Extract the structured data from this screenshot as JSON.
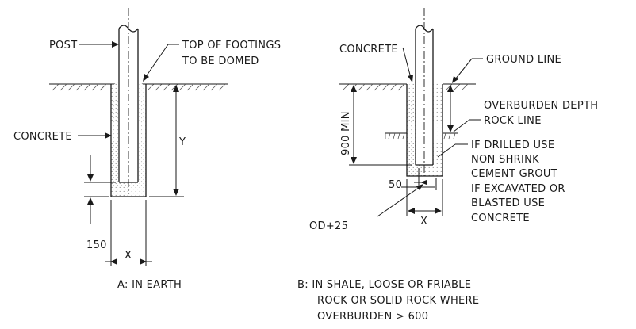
{
  "detail_a": {
    "label_post": "POST",
    "label_top_footings_1": "TOP OF FOOTINGS",
    "label_top_footings_2": "TO BE DOMED",
    "label_concrete": "CONCRETE",
    "label_y": "Y",
    "label_150": "150",
    "label_x": "X",
    "caption": "A: IN EARTH"
  },
  "detail_b": {
    "label_concrete": "CONCRETE",
    "label_ground_line": "GROUND LINE",
    "label_overburden_depth": "OVERBURDEN DEPTH",
    "label_rock_line": "ROCK LINE",
    "label_900_min": "900 MIN",
    "note_1": "IF DRILLED USE",
    "note_2": "NON SHRINK",
    "note_3": "CEMENT GROUT",
    "note_4": "IF EXCAVATED OR",
    "note_5": "BLASTED USE",
    "note_6": "CONCRETE",
    "label_50": "50",
    "label_od25": "OD+25",
    "label_x": "X",
    "caption_1": "B: IN SHALE, LOOSE OR FRIABLE",
    "caption_2": "ROCK OR SOLID ROCK WHERE",
    "caption_3": "OVERBURDEN > 600"
  }
}
